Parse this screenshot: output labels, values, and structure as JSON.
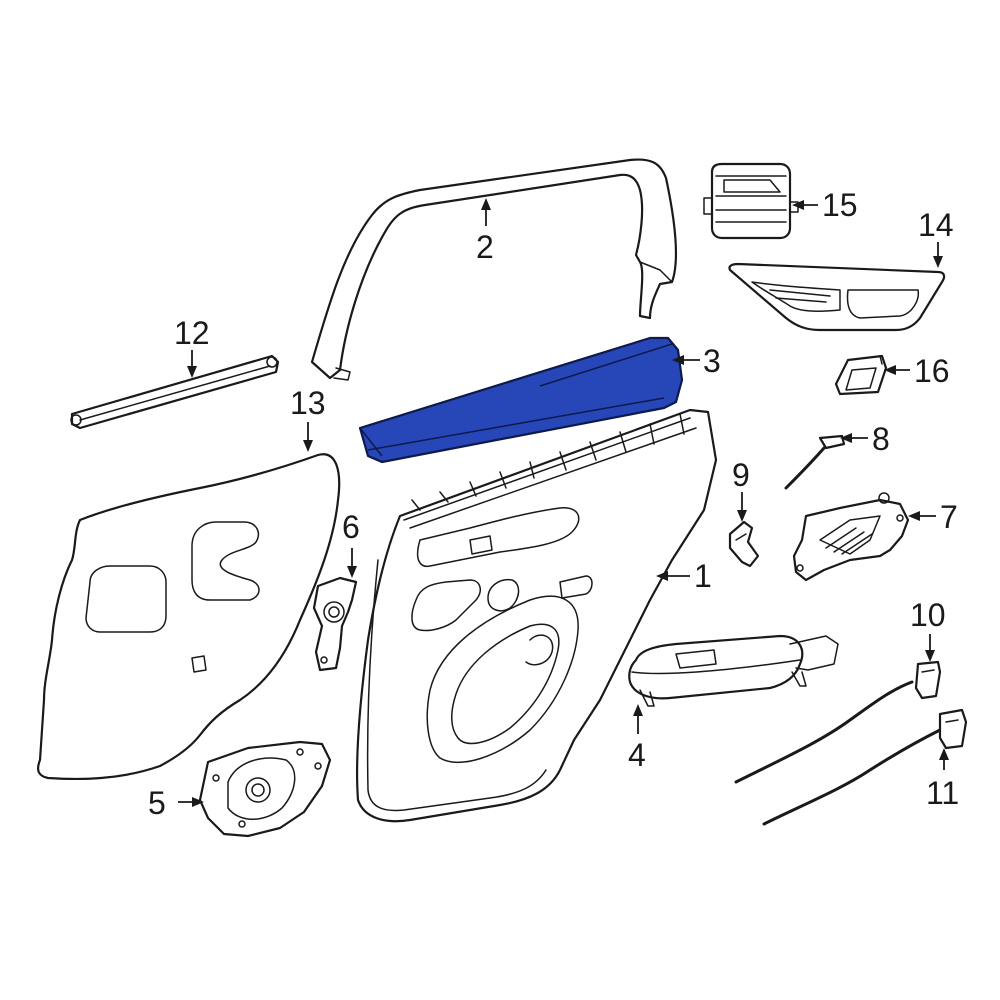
{
  "highlight_color": "#2746b8",
  "callouts": [
    {
      "id": "1",
      "label": "1"
    },
    {
      "id": "2",
      "label": "2"
    },
    {
      "id": "3",
      "label": "3"
    },
    {
      "id": "4",
      "label": "4"
    },
    {
      "id": "5",
      "label": "5"
    },
    {
      "id": "6",
      "label": "6"
    },
    {
      "id": "7",
      "label": "7"
    },
    {
      "id": "8",
      "label": "8"
    },
    {
      "id": "9",
      "label": "9"
    },
    {
      "id": "10",
      "label": "10"
    },
    {
      "id": "11",
      "label": "11"
    },
    {
      "id": "12",
      "label": "12"
    },
    {
      "id": "13",
      "label": "13"
    },
    {
      "id": "14",
      "label": "14"
    },
    {
      "id": "15",
      "label": "15"
    },
    {
      "id": "16",
      "label": "16"
    }
  ]
}
